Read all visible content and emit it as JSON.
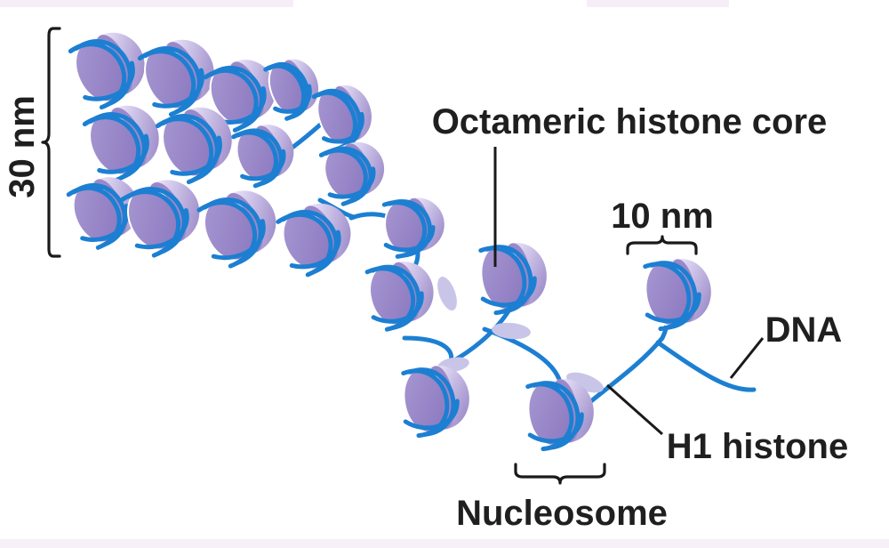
{
  "labels": {
    "scale_30nm": "30 nm",
    "octameric_core": "Octameric histone core",
    "scale_10nm": "10 nm",
    "dna": "DNA",
    "h1_histone": "H1 histone",
    "nucleosome": "Nucleosome"
  },
  "colors": {
    "histone_face": "#9b87c9",
    "histone_side": "#c9bde5",
    "dna": "#1c7fd2",
    "h1": "#c7c4e6",
    "text": "#1f1f1f",
    "corner_tint": "#f5eaf5"
  }
}
